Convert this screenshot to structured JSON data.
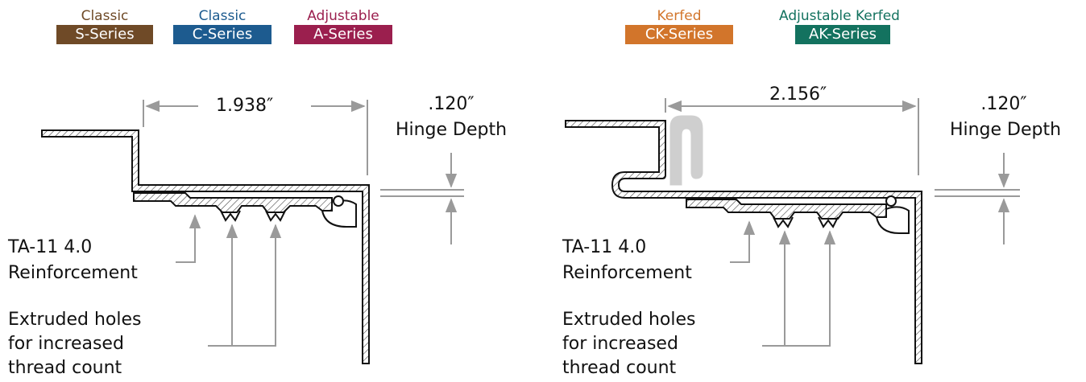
{
  "series_tags": [
    {
      "caption": "Classic",
      "label": "S-Series",
      "color": "#6f4a27"
    },
    {
      "caption": "Classic",
      "label": "C-Series",
      "color": "#1d5b8f"
    },
    {
      "caption": "Adjustable",
      "label": "A-Series",
      "color": "#9b1f4e"
    },
    {
      "caption": "Kerfed",
      "label": "CK-Series",
      "color": "#d2752b"
    },
    {
      "caption": "Adjustable Kerfed",
      "label": "AK-Series",
      "color": "#13725f"
    }
  ],
  "left_diagram": {
    "width_dim": "1.938″",
    "depth_value": ".120″",
    "depth_label": "Hinge Depth",
    "reinforcement_label": [
      "TA-11 4.0",
      "Reinforcement"
    ],
    "holes_label": [
      "Extruded holes",
      "for increased",
      "thread count"
    ]
  },
  "right_diagram": {
    "width_dim": "2.156″",
    "depth_value": ".120″",
    "depth_label": "Hinge Depth",
    "reinforcement_label": [
      "TA-11 4.0",
      "Reinforcement"
    ],
    "holes_label": [
      "Extruded holes",
      "for increased",
      "thread count"
    ]
  },
  "colors": {
    "outline": "#111111",
    "leader": "#9a9a9a",
    "kerf_insert": "#cfcfcf"
  }
}
